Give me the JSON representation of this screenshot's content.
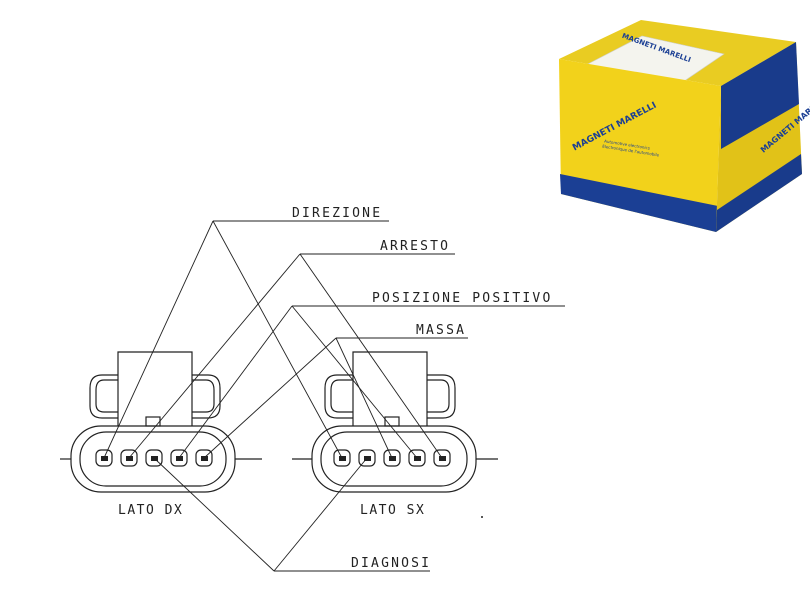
{
  "diagram": {
    "labels": {
      "direzione": "DIREZIONE",
      "arresto": "ARRESTO",
      "posizione_positivo": "POSIZIONE POSITIVO",
      "massa": "MASSA",
      "diagnosi": "DIAGNOSI"
    },
    "connectors": {
      "right_side": "LATO DX",
      "left_side": "LATO SX"
    }
  },
  "product_box": {
    "brand_front": "MAGNETI MARELLI",
    "brand_side": "MAGNETI MARELLI",
    "brand_top": "MAGNETI MARELLI",
    "subtitle_line1": "Automotive electronics",
    "subtitle_line2": "Electronique de l'automobile",
    "colors": {
      "yellow": "#f2d21b",
      "blue": "#1b3f94",
      "label": "#f4f4ee"
    }
  },
  "colors": {
    "line": "#222222",
    "connector_fill": "#ffffff"
  }
}
